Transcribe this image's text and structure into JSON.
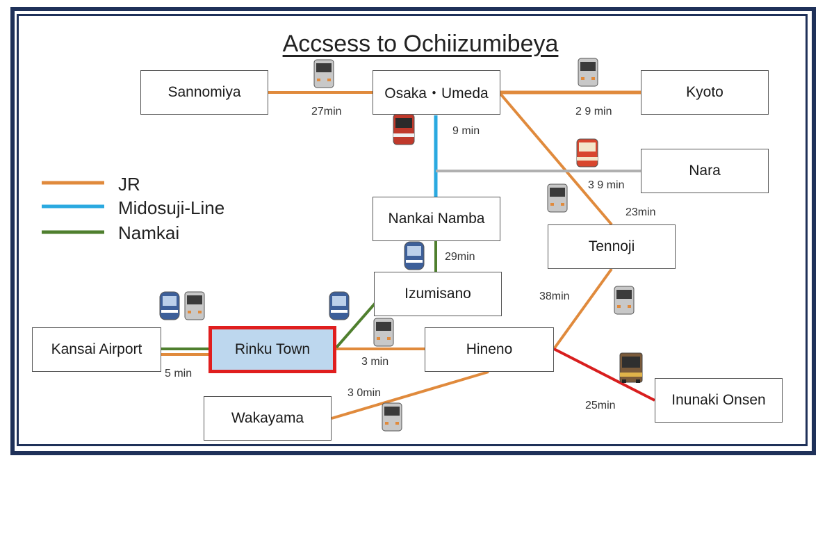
{
  "title": "Accsess to Ochiizumibeya",
  "legend": [
    {
      "label": "JR",
      "color": "#e08a3c"
    },
    {
      "label": "Midosuji-Line",
      "color": "#2aa9e0"
    },
    {
      "label": "Namkai",
      "color": "#4f7f2e"
    }
  ],
  "stations": {
    "sannomiya": "Sannomiya",
    "osaka_umeda": "Osaka・Umeda",
    "kyoto": "Kyoto",
    "nara": "Nara",
    "nankai_namba": "Nankai Namba",
    "tennoji": "Tennoji",
    "izumisano": "Izumisano",
    "kansai_airport": "Kansai Airport",
    "rinku_town": "Rinku Town",
    "hineno": "Hineno",
    "wakayama": "Wakayama",
    "inunaki_onsen": "Inunaki  Onsen"
  },
  "durations": {
    "sannomiya_umeda": "27min",
    "umeda_kyoto": "2 9 min",
    "umeda_namba": "9 min",
    "umeda_nara": "3 9 min",
    "umeda_tennoji": "23min",
    "namba_izumisano": "29min",
    "tennoji_hineno": "38min",
    "airport_rinku": "5 min",
    "rinku_hineno": "3 min",
    "hineno_wakayama": "3 0min",
    "hineno_inunaki": "25min"
  },
  "colors": {
    "jr": "#e08a3c",
    "midosuji": "#2aa9e0",
    "nankai": "#4f7f2e",
    "kintetsu": "#b0b0b0",
    "bus": "#d81e1e",
    "frame": "#1f3159"
  }
}
